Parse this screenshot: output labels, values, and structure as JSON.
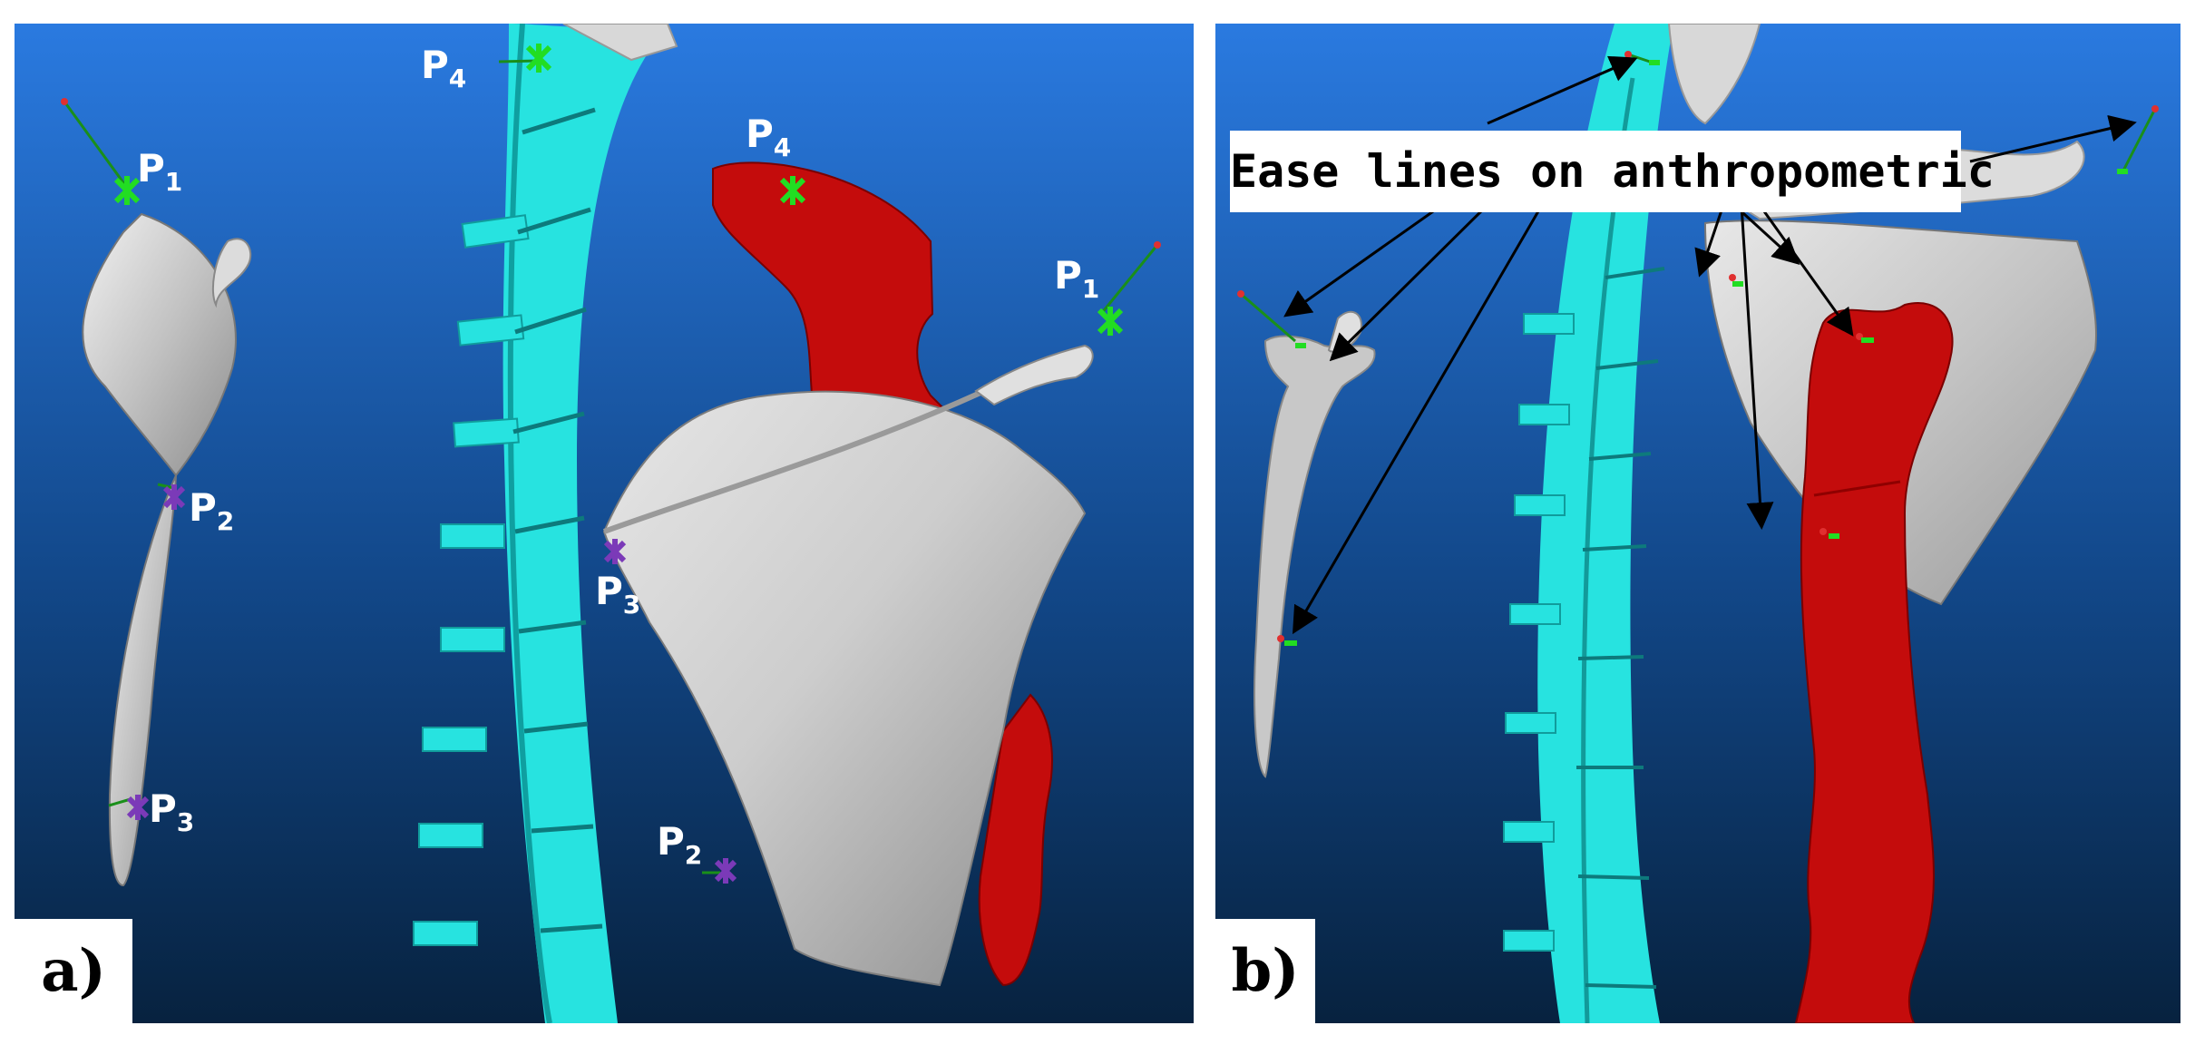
{
  "panel_a": {
    "tag": "a)",
    "markers": {
      "clavicle_p1": "P",
      "clavicle_p1_sub": "1",
      "clavicle_p2": "P",
      "clavicle_p2_sub": "2",
      "clavicle_p3": "P",
      "clavicle_p3_sub": "3",
      "spine_p": "P",
      "spine_p_sub": "4",
      "humerus_p4": "P",
      "humerus_p4_sub": "4",
      "scapula_p1": "P",
      "scapula_p1_sub": "1",
      "scapula_p3": "P",
      "scapula_p3_sub": "3",
      "scapula_p2": "P",
      "scapula_p2_sub": "2"
    }
  },
  "panel_b": {
    "tag": "b)",
    "callout": "Ease lines on anthropometric"
  },
  "colors": {
    "background_top": "#2a7ae0",
    "background_bottom": "#07223f",
    "spine": "#27e3e0",
    "humerus": "#c40c0c",
    "bone": "#c8c8c8",
    "marker_green": "#22dd22",
    "marker_purple": "#7b3ab8"
  }
}
